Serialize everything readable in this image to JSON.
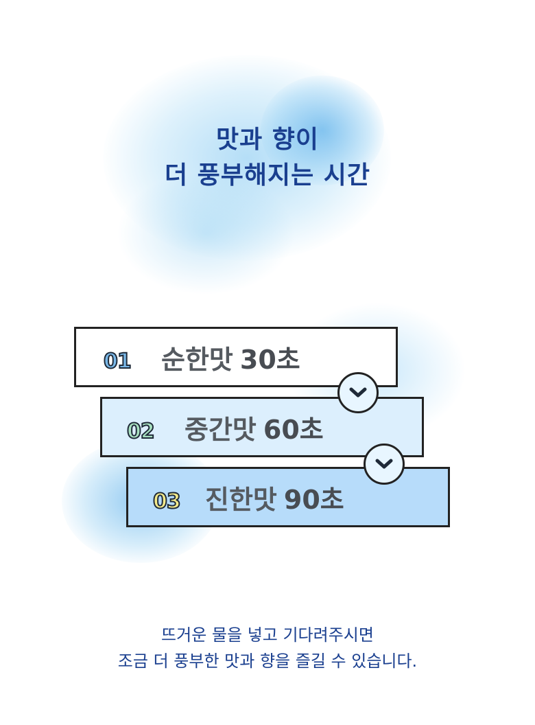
{
  "heading": {
    "line1": "맛과 향이",
    "line2": "더 풍부해지는 시간"
  },
  "steps": [
    {
      "number": "01",
      "name": "순한맛",
      "time": "30초",
      "number_color": "#7ab8e8",
      "bg": "#ffffff"
    },
    {
      "number": "02",
      "name": "중간맛",
      "time": "60초",
      "number_color": "#a8e0c0",
      "bg": "#dceffd"
    },
    {
      "number": "03",
      "name": "진한맛",
      "time": "90초",
      "number_color": "#f3e98a",
      "bg": "#b7dcfa"
    }
  ],
  "footer": {
    "line1": "뜨거운 물을 넣고 기다려주시면",
    "line2": "조금 더 풍부한 맛과 향을 즐길 수 있습니다."
  },
  "colors": {
    "heading": "#1a3f8f",
    "watercolor": "#6ec3f2"
  },
  "icons": [
    "chevron-down-icon",
    "chevron-down-icon"
  ]
}
